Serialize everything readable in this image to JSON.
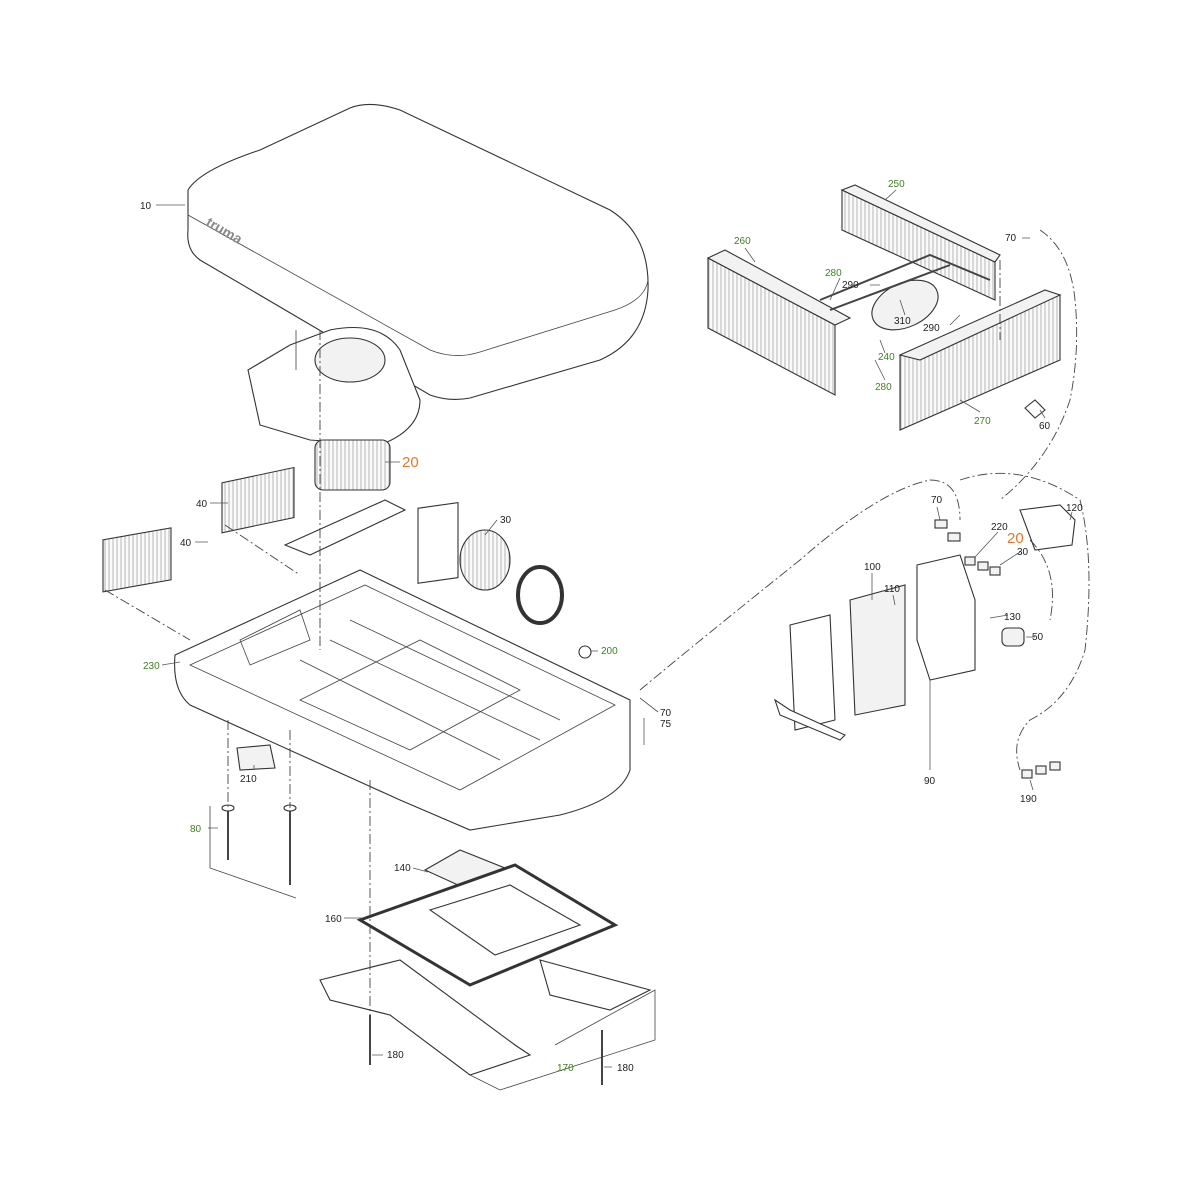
{
  "title": "Exploded parts diagram - roof air conditioner",
  "brand_logo_text": "truma",
  "colors": {
    "standard": "#222222",
    "green": "#3f7f1f",
    "orange": "#e0782a"
  },
  "labels": {
    "cover": "10",
    "blower_motor": "20",
    "grille_upper": "40",
    "grille_lower": "40",
    "fan_wheel": "30",
    "base_tray": "230",
    "plug_200": "200",
    "hose_70": "70",
    "hose_75": "75",
    "pad_210": "210",
    "screw_80": "80",
    "duct_140": "140",
    "seal_160": "160",
    "bolt_180_left": "180",
    "plate_170": "170",
    "bolt_180_right": "180",
    "coil_250": "250",
    "coil_260": "260",
    "pipe_280_top": "280",
    "pipe_290_top": "290",
    "compressor_310": "310",
    "pipe_290_bottom": "290",
    "bracket_240": "240",
    "pipe_280_bottom": "280",
    "coil_270": "270",
    "sensor_70_top": "70",
    "clip_60": "60",
    "sensor_70_box": "70",
    "relay_220": "220",
    "relay_20": "20",
    "relay_30": "30",
    "cover_120": "120",
    "board_100": "100",
    "fuse_110": "110",
    "screw_130": "130",
    "coil_50": "50",
    "housing_90": "90",
    "cable_190": "190"
  }
}
